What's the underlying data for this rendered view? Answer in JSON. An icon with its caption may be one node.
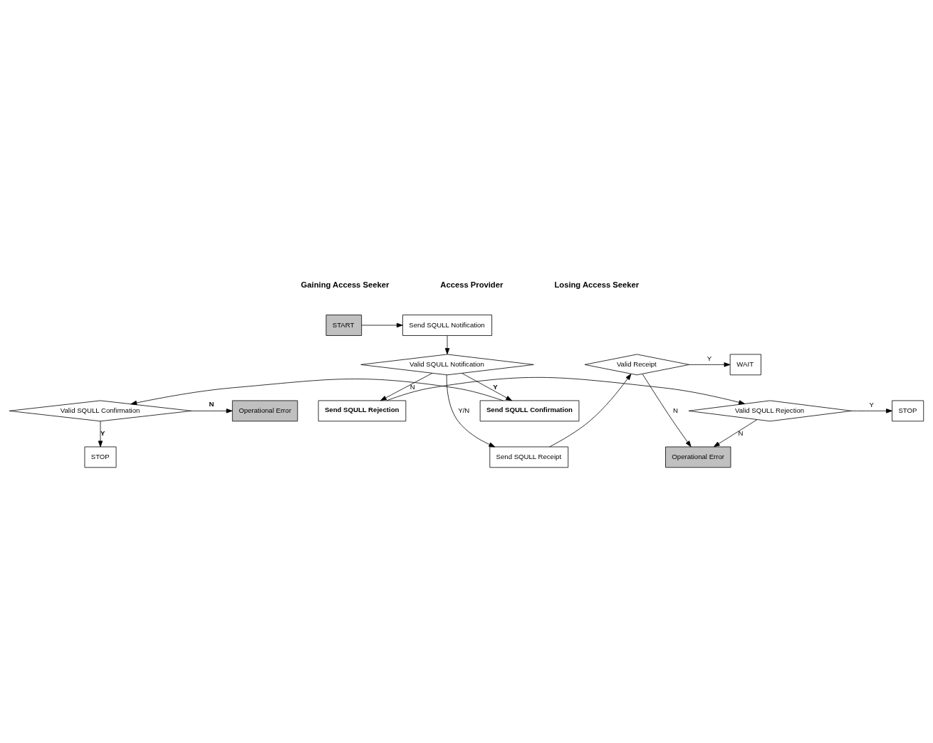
{
  "diagram": {
    "nodes": [
      {
        "text": [
          "START"
        ]
      },
      {
        "text": [
          "Send SQULL Notification"
        ]
      },
      {
        "text": [
          "Valid SQULL Notification"
        ]
      },
      {
        "text": [
          "WAIT"
        ]
      },
      {
        "text": [
          "Valid Receipt"
        ]
      },
      {
        "text": [
          "Operational Error"
        ]
      },
      {
        "text": [
          "Send SQULL Receipt"
        ]
      },
      {
        "text": [
          "STOP"
        ]
      },
      {
        "text": [
          "Valid SQULL Rejection"
        ]
      },
      {
        "text": [
          "Send SQULL Rejection"
        ]
      },
      {
        "text": [
          "Operational Error"
        ]
      },
      {
        "text": [
          "Valid SQULL Confirmation"
        ]
      },
      {
        "text": [
          "Send SQULL Confirmation"
        ]
      },
      {
        "text": [
          "STOP"
        ]
      }
    ],
    "edges": [
      {
        "from": 0,
        "to": 1,
        "arrow": "to"
      },
      {
        "from": 1,
        "to": 2,
        "arrow": "to"
      },
      {
        "from": 2,
        "to": 6,
        "arrow": "to",
        "label": "Y/N"
      },
      {
        "from": 2,
        "to": 9,
        "arrow": "to",
        "label": "N"
      },
      {
        "from": 2,
        "to": 12,
        "arrow": "to",
        "label": "Y"
      },
      {
        "from": 6,
        "to": 4,
        "arrow": "to"
      },
      {
        "from": 4,
        "to": 3,
        "arrow": "to",
        "label": "Y"
      },
      {
        "from": 4,
        "to": 5,
        "arrow": "to",
        "label": "N"
      },
      {
        "from": 8,
        "to": 5,
        "arrow": "to",
        "label": "N"
      },
      {
        "from": 9,
        "to": 8,
        "arrow": "to"
      },
      {
        "from": 8,
        "to": 7,
        "arrow": "to",
        "label": "Y"
      },
      {
        "from": 12,
        "to": 11,
        "arrow": "to"
      },
      {
        "from": 11,
        "to": 10,
        "arrow": "to",
        "label": "N"
      },
      {
        "from": 11,
        "to": 13,
        "arrow": "to",
        "label": "Y"
      }
    ],
    "labels": [
      "Gaining Access Seeker",
      "Access Provider",
      "Losing Access Seeker"
    ]
  }
}
